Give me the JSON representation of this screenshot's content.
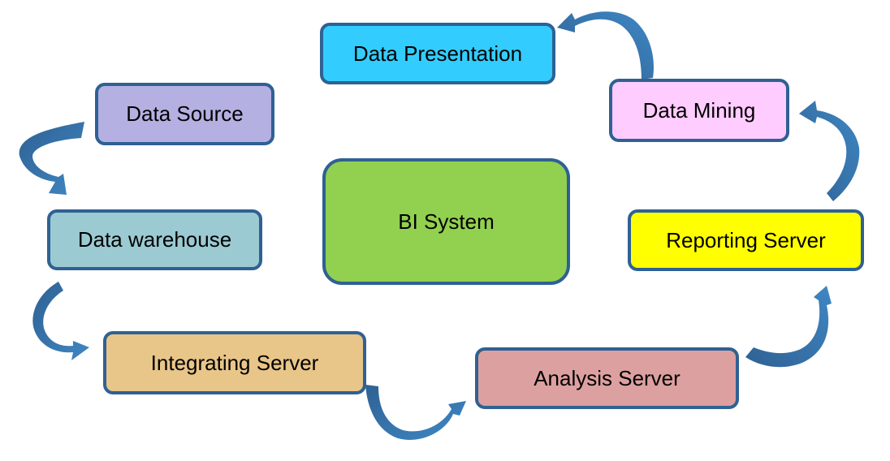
{
  "diagram": {
    "center": {
      "label": "BI System",
      "color": "#92d050"
    },
    "nodes": [
      {
        "id": "source",
        "label": "Data Source",
        "color": "#b4b0e2"
      },
      {
        "id": "warehouse",
        "label": "Data warehouse",
        "color": "#9bcad2"
      },
      {
        "id": "integrating",
        "label": "Integrating Server",
        "color": "#e8c588"
      },
      {
        "id": "analysis",
        "label": "Analysis Server",
        "color": "#dda0a0"
      },
      {
        "id": "reporting",
        "label": "Reporting Server",
        "color": "#ffff00"
      },
      {
        "id": "mining",
        "label": "Data Mining",
        "color": "#ffccff"
      },
      {
        "id": "presentation",
        "label": "Data Presentation",
        "color": "#33ccff"
      }
    ],
    "flow": [
      {
        "from": "Data Source",
        "to": "Data warehouse"
      },
      {
        "from": "Data warehouse",
        "to": "Integrating Server"
      },
      {
        "from": "Integrating Server",
        "to": "Analysis Server"
      },
      {
        "from": "Analysis Server",
        "to": "Reporting Server"
      },
      {
        "from": "Reporting Server",
        "to": "Data Mining"
      },
      {
        "from": "Data Mining",
        "to": "Data Presentation"
      }
    ],
    "colors": {
      "border": "#2f6193",
      "arrow_dark": "#2f6193",
      "arrow_light": "#3f87c4"
    }
  }
}
